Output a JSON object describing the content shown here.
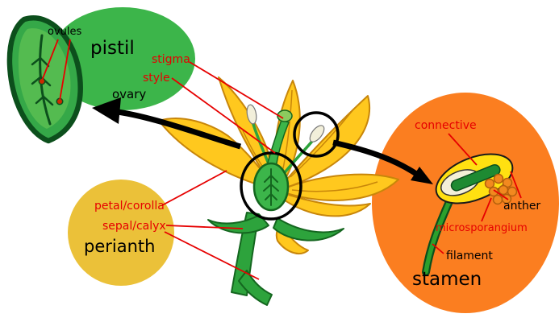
{
  "pistil_group": {
    "title": "pistil",
    "ovules": "ovules",
    "stigma": "stigma",
    "style": "style",
    "ovary": "ovary"
  },
  "perianth_group": {
    "title": "perianth",
    "petal_corolla": "petal/corolla",
    "sepal_calyx": "sepal/calyx"
  },
  "stamen_group": {
    "title": "stamen",
    "connective": "connective",
    "anther": "anther",
    "microsporangium": "microsporangium",
    "filament": "filament"
  },
  "colors": {
    "pistil_blob": "#3CB54A",
    "perianth_circle": "#EBC139",
    "stamen_ellipse": "#FB7E20",
    "petal_yellow": "#FFC81E",
    "stem_green": "#2DA33C",
    "dark_green": "#14661F",
    "pollen_orange": "#F2891F",
    "label_red": "#E60000",
    "label_black": "#000000"
  }
}
